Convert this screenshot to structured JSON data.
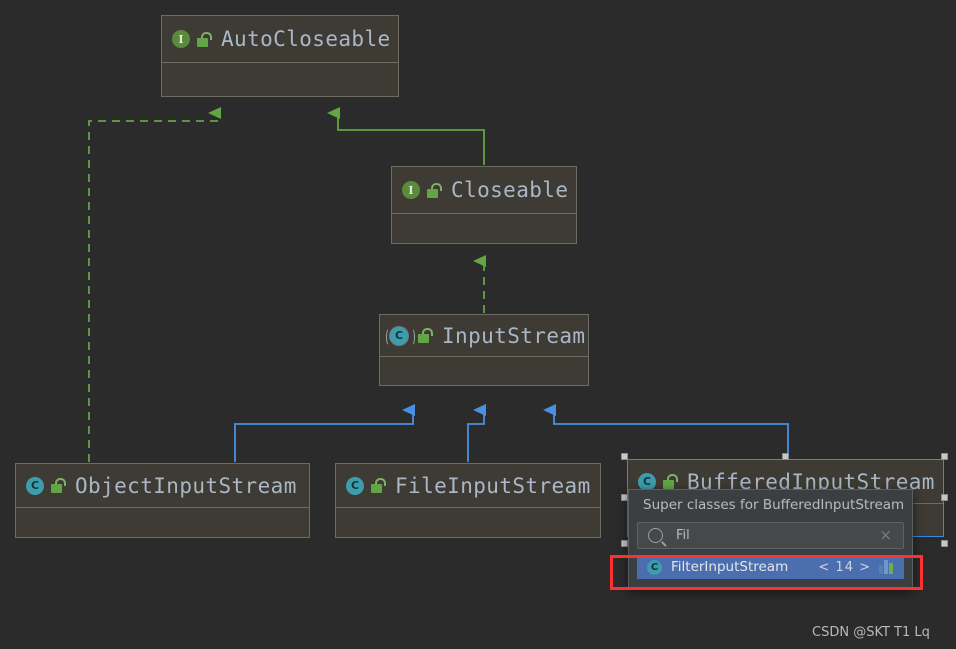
{
  "diagram": {
    "title": "Java IO class hierarchy UML diagram",
    "background_color": "#2b2b2b",
    "node_fill": "#3e3b34",
    "node_border": "#6e6b62",
    "inherit_edge_color": "#4a90e2",
    "implement_edge_color": "#62a544",
    "selection_color": "#3c87e8",
    "highlight_color": "#ff3030"
  },
  "nodes": [
    {
      "id": "autocloseable",
      "name": "AutoCloseable",
      "kind": "interface",
      "kind_icon": "interface-icon",
      "visibility_icon": "lock-icon"
    },
    {
      "id": "closeable",
      "name": "Closeable",
      "kind": "interface",
      "kind_icon": "interface-icon",
      "visibility_icon": "lock-icon"
    },
    {
      "id": "inputstream",
      "name": "InputStream",
      "kind": "abstract-class",
      "kind_icon": "abstract-class-icon",
      "visibility_icon": "lock-icon"
    },
    {
      "id": "objectinputstream",
      "name": "ObjectInputStream",
      "kind": "class",
      "kind_icon": "class-icon",
      "visibility_icon": "lock-icon"
    },
    {
      "id": "fileinputstream",
      "name": "FileInputStream",
      "kind": "class",
      "kind_icon": "class-icon",
      "visibility_icon": "lock-icon"
    },
    {
      "id": "bufferedinputstream",
      "name": "BufferedInputStream",
      "kind": "class",
      "kind_icon": "class-icon",
      "visibility_icon": "lock-icon",
      "selected": true
    }
  ],
  "popup": {
    "header": "Super classes for BufferedInputStream",
    "search": {
      "value": "Fil",
      "placeholder": "",
      "search_icon": "search-icon",
      "clear_icon": "clear-icon",
      "clear_label": "×"
    },
    "results": [
      {
        "name": "FilterInputStream",
        "kind_icon": "class-icon",
        "counter": "< 14 >",
        "trailing_icon": "chart-icon",
        "selected": true
      }
    ]
  },
  "watermark": "CSDN @SKT T1 Lq"
}
